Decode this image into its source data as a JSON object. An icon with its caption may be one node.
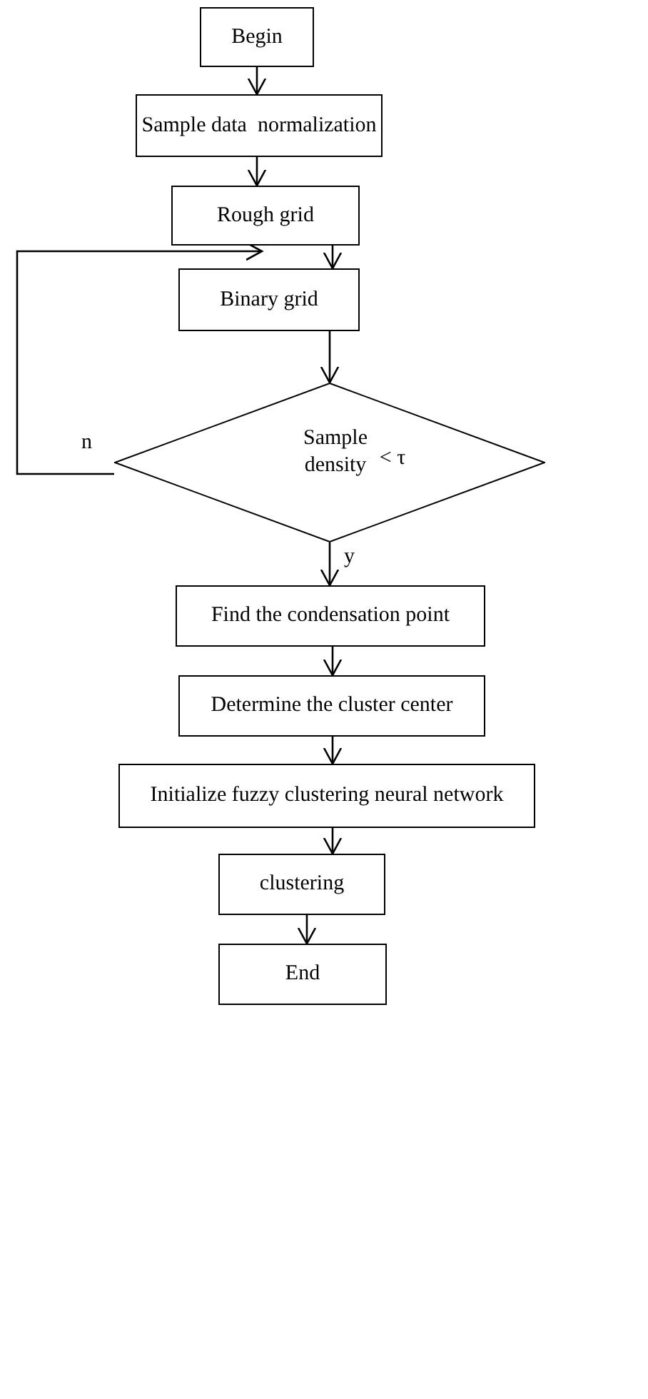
{
  "diagram": {
    "nodes": [
      {
        "text": [
          "Begin"
        ]
      },
      {
        "text": [
          "Sample data  normalization"
        ]
      },
      {
        "text": [
          "Rough grid"
        ]
      },
      {
        "text": [
          "Binary grid"
        ]
      },
      {
        "text": [
          "Sample density",
          "< τ"
        ]
      },
      {
        "text": [
          "Find the condensation point"
        ]
      },
      {
        "text": [
          "Determine the cluster center"
        ]
      },
      {
        "text": [
          "Initialize fuzzy clustering neural network"
        ]
      },
      {
        "text": [
          "clustering"
        ]
      },
      {
        "text": [
          "End"
        ]
      }
    ],
    "edges": [
      {
        "from": 0,
        "to": 1,
        "arrow": "to"
      },
      {
        "from": 1,
        "to": 2,
        "arrow": "to"
      },
      {
        "from": 2,
        "to": 3,
        "arrow": "to"
      },
      {
        "from": 3,
        "to": 4,
        "arrow": "to"
      },
      {
        "from": 4,
        "to": 3,
        "arrow": "to",
        "label": "n"
      },
      {
        "from": 4,
        "to": 5,
        "arrow": "to",
        "label": "y"
      },
      {
        "from": 5,
        "to": 6,
        "arrow": "to"
      },
      {
        "from": 6,
        "to": 7,
        "arrow": "to"
      },
      {
        "from": 7,
        "to": 8,
        "arrow": "to"
      },
      {
        "from": 8,
        "to": 9,
        "arrow": "to"
      }
    ]
  }
}
